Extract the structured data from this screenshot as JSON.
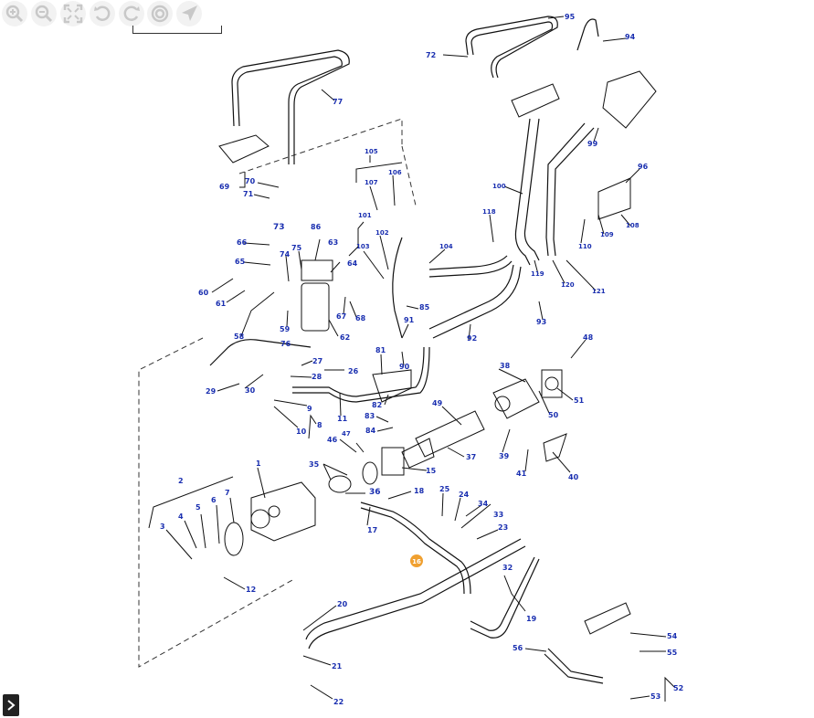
{
  "toolbar": {
    "buttons": [
      {
        "name": "zoom-in-icon"
      },
      {
        "name": "zoom-out-icon"
      },
      {
        "name": "fit-screen-icon"
      },
      {
        "name": "rotate-left-icon"
      },
      {
        "name": "rotate-right-icon"
      },
      {
        "name": "target-icon"
      },
      {
        "name": "pointer-icon"
      }
    ]
  },
  "diagram": {
    "highlighted": "16",
    "highlight_color": "#f0a030",
    "label_color": "#1a2fb0",
    "refs": {
      "r1": "1",
      "r2": "2",
      "r3": "3",
      "r4": "4",
      "r5": "5",
      "r6": "6",
      "r7": "7",
      "r8": "8",
      "r9": "9",
      "r10": "10",
      "r11": "11",
      "r12": "12",
      "r15": "15",
      "r17": "17",
      "r18": "18",
      "r19": "19",
      "r20": "20",
      "r21": "21",
      "r22": "22",
      "r23": "23",
      "r24": "24",
      "r25": "25",
      "r26": "26",
      "r27": "27",
      "r28": "28",
      "r29": "29",
      "r30": "30",
      "r32": "32",
      "r33": "33",
      "r34": "34",
      "r35": "35",
      "r36": "36",
      "r37": "37",
      "r38": "38",
      "r39": "39",
      "r40": "40",
      "r41": "41",
      "r46": "46",
      "r47": "47",
      "r48": "48",
      "r49": "49",
      "r50": "50",
      "r51": "51",
      "r52": "52",
      "r53": "53",
      "r54": "54",
      "r55": "55",
      "r56": "56",
      "r58": "58",
      "r59": "59",
      "r60": "60",
      "r61": "61",
      "r62": "62",
      "r63": "63",
      "r64": "64",
      "r65": "65",
      "r66": "66",
      "r67": "67",
      "r68": "68",
      "r69": "69",
      "r70": "70",
      "r71": "71",
      "r72": "72",
      "r73": "73",
      "r74": "74",
      "r75": "75",
      "r76": "76",
      "r77": "77",
      "r81": "81",
      "r82": "82",
      "r83": "83",
      "r84": "84",
      "r85": "85",
      "r86": "86",
      "r90": "90",
      "r91": "91",
      "r92": "92",
      "r93": "93",
      "r94": "94",
      "r95": "95",
      "r96": "96",
      "r99": "99",
      "r100": "100",
      "r101": "101",
      "r102": "102",
      "r103": "103",
      "r104": "104",
      "r105": "105",
      "r106": "106",
      "r107": "107",
      "r108": "108",
      "r109": "109",
      "r110": "110",
      "r118": "118",
      "r119": "119",
      "r120": "120",
      "r121": "121"
    }
  },
  "sidebar_toggle": {
    "icon": "chevron-right-icon"
  }
}
